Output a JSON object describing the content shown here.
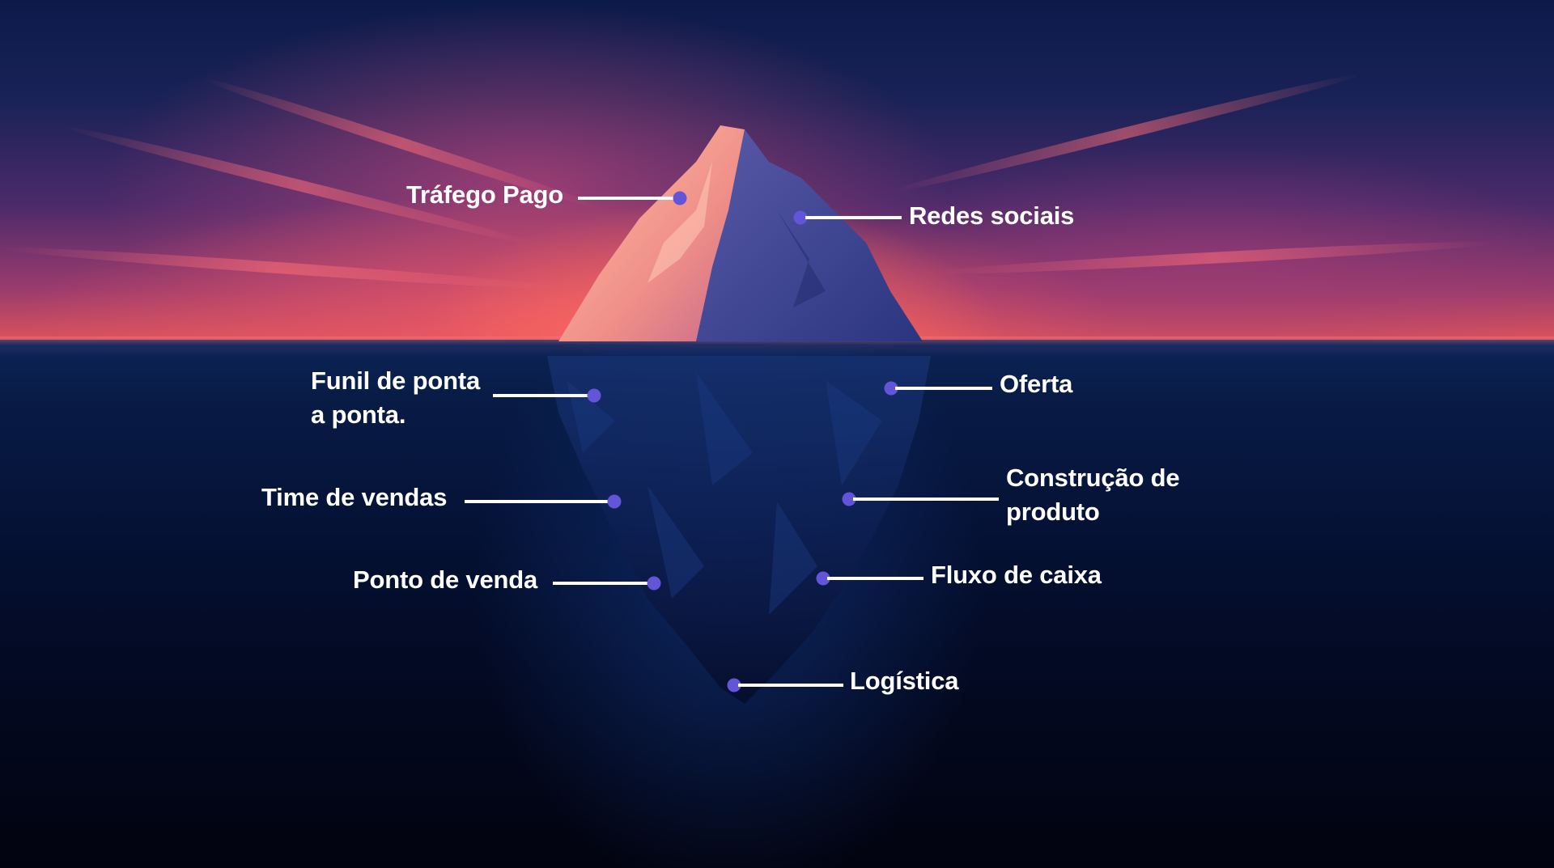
{
  "diagram": {
    "type": "iceberg",
    "accent_color": "#6355d8",
    "line_color": "#ffffff",
    "label_color": "#ffffff",
    "above_water": [
      {
        "id": "trafego-pago",
        "label": "Tráfego Pago",
        "side": "left"
      },
      {
        "id": "redes-sociais",
        "label": "Redes sociais",
        "side": "right"
      }
    ],
    "below_water": [
      {
        "id": "funil",
        "label_line1": "Funil de ponta",
        "label_line2": "a ponta.",
        "side": "left"
      },
      {
        "id": "oferta",
        "label": "Oferta",
        "side": "right"
      },
      {
        "id": "time-de-vendas",
        "label": "Time de vendas",
        "side": "left"
      },
      {
        "id": "construcao-de-produto",
        "label_line1": "Construção de",
        "label_line2": "produto",
        "side": "right"
      },
      {
        "id": "ponto-de-venda",
        "label": "Ponto de venda",
        "side": "left"
      },
      {
        "id": "fluxo-de-caixa",
        "label": "Fluxo de caixa",
        "side": "right"
      },
      {
        "id": "logistica",
        "label": "Logística",
        "side": "right"
      }
    ]
  }
}
